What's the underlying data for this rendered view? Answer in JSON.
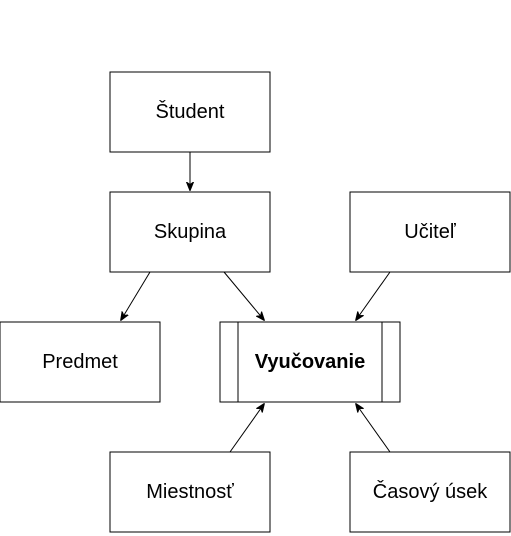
{
  "diagram": {
    "nodes": {
      "student": "Študent",
      "skupina": "Skupina",
      "ucitel": "Učiteľ",
      "predmet": "Predmet",
      "vyucovanie": "Vyučovanie",
      "miestnost": "Miestnosť",
      "casovy_usek": "Časový úsek"
    }
  }
}
